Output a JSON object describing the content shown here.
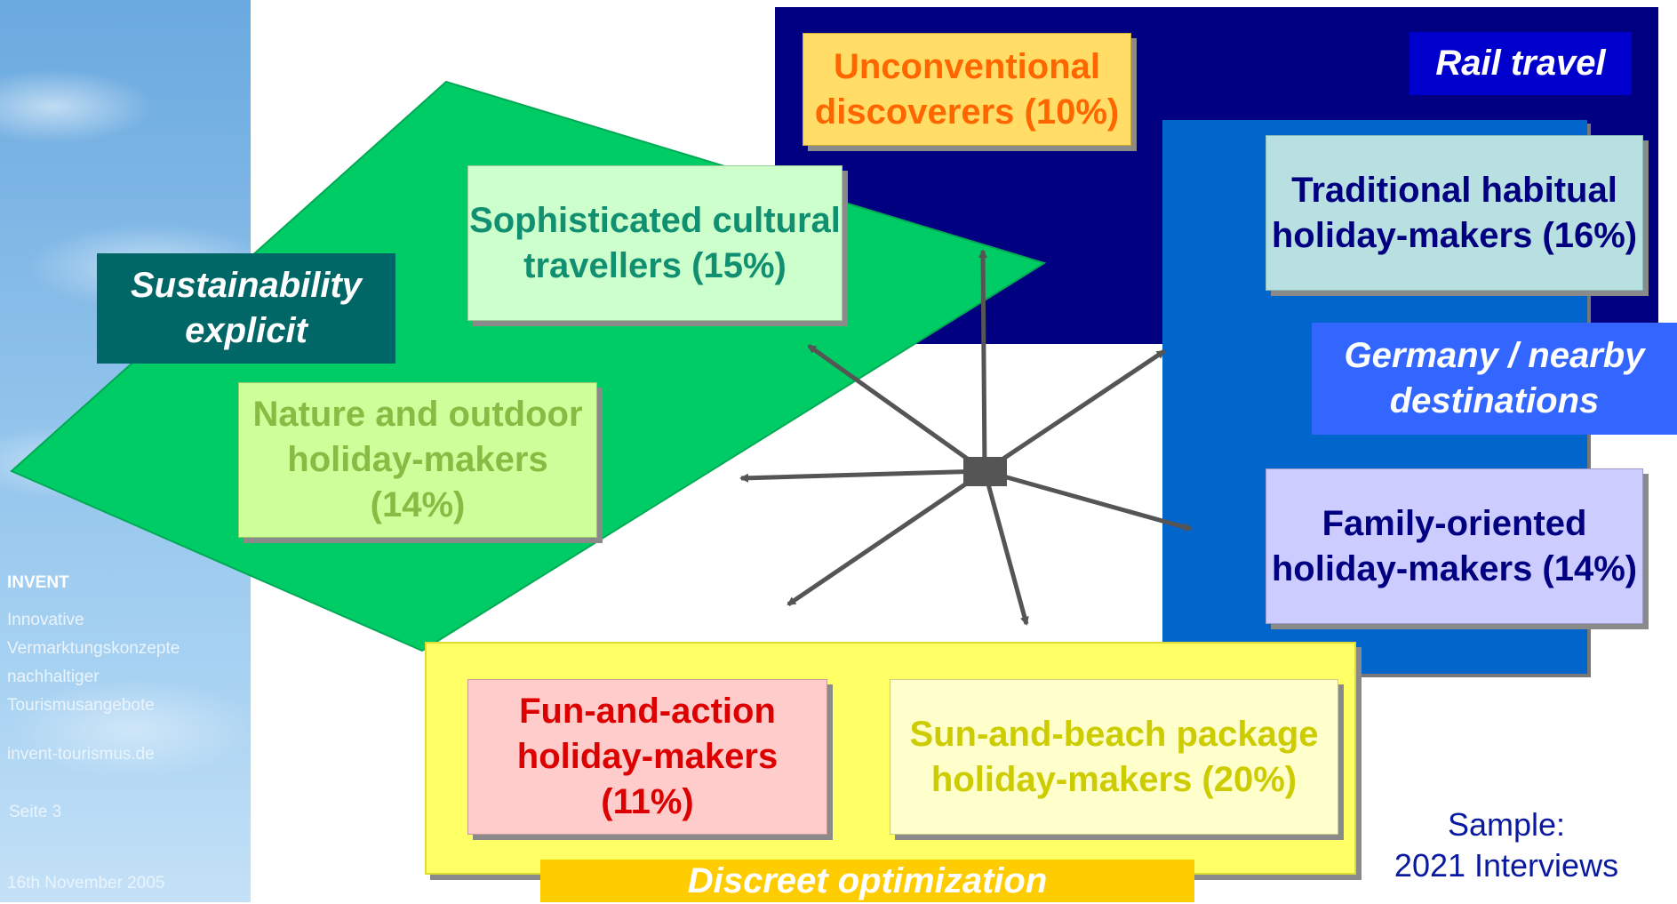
{
  "sidebar": {
    "title": "INVENT",
    "subtitle_lines": [
      "Innovative",
      "Vermarktungskonzepte",
      "nachhaltiger",
      "Tourismusangebote"
    ],
    "website": "invent-tourismus.de",
    "page": "Seite 3",
    "date": "16th November 2005"
  },
  "segments": {
    "unconventional": "Unconventional discoverers (10%)",
    "sophisticated": "Sophisticated cultural travellers (15%)",
    "nature": "Nature and outdoor holiday-makers (14%)",
    "traditional": "Traditional habitual holiday-makers (16%)",
    "family": "Family-oriented holiday-makers (14%)",
    "fun": "Fun-and-action holiday-makers (11%)",
    "sun": "Sun-and-beach package holiday-makers (20%)"
  },
  "areas": {
    "rail": "Rail travel",
    "sustainability": "Sustainability explicit",
    "germany": "Germany / nearby destinations",
    "discreet": "Discreet optimization"
  },
  "sample": {
    "line1": "Sample:",
    "line2": "2021 Interviews"
  },
  "colors": {
    "rail_area": "#000080",
    "germany_area": "#0066cc",
    "sustainability_area": "#00cc66",
    "discreet_area": "#ffff66"
  }
}
